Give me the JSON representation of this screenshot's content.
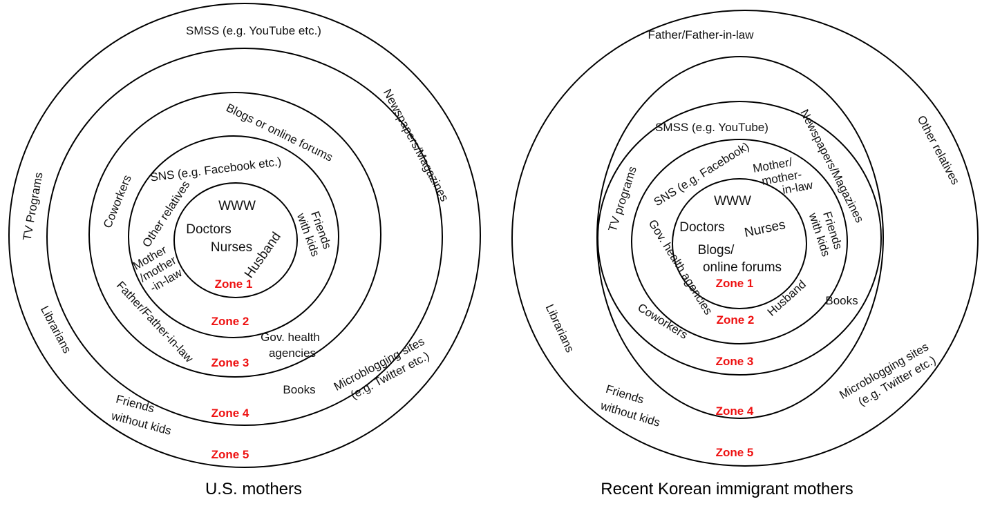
{
  "zone_color": "#ee1111",
  "us": {
    "caption": "U.S. mothers",
    "zones": [
      "Zone 1",
      "Zone 2",
      "Zone 3",
      "Zone 4",
      "Zone 5"
    ],
    "labels": {
      "www": "WWW",
      "doctors": "Doctors",
      "nurses": "Nurses",
      "husband": "Husband",
      "sns": "SNS (e.g. Facebook etc.)",
      "other_relatives": "Other relatives",
      "mother_line1": "Mother",
      "mother_line2": "/mother",
      "mother_line3": "-in-law",
      "friends_kids_line1": "Friends",
      "friends_kids_line2": "with kids",
      "blogs": "Blogs or online forums",
      "coworkers": "Coworkers",
      "father": "Father/Father-in-law",
      "gov_line1": "Gov. health",
      "gov_line2": "agencies",
      "smss": "SMSS (e.g. YouTube etc.)",
      "newspapers": "Newspapers/Magazines",
      "tv": "TV Programs",
      "librarians": "Librarians",
      "books": "Books",
      "friends_nokids_line1": "Friends",
      "friends_nokids_line2": "without kids",
      "micro_line1": "Microblogging sites",
      "micro_line2": "(e.g. Twitter etc.)"
    }
  },
  "kr": {
    "caption": "Recent Korean immigrant mothers",
    "zones": [
      "Zone 1",
      "Zone 2",
      "Zone 3",
      "Zone 4",
      "Zone 5"
    ],
    "labels": {
      "www": "WWW",
      "doctors": "Doctors",
      "nurses": "Nurses",
      "blogs_line1": "Blogs/",
      "blogs_line2": "online forums",
      "sns": "SNS (e.g. Facebook)",
      "mother_line1": "Mother/",
      "mother_line2": "mother-",
      "mother_line3": "in-law",
      "friends_kids_line1": "Friends",
      "friends_kids_line2": "with kids",
      "gov": "Gov. health agencies",
      "husband": "Husband",
      "smss": "SMSS (e.g. YouTube)",
      "newspapers": "Newspapers/Magazines",
      "tv": "TV programs",
      "coworkers": "Coworkers",
      "books": "Books",
      "father": "Father/Father-in-law",
      "other_relatives": "Other relatives",
      "librarians": "Librarians",
      "friends_nokids_line1": "Friends",
      "friends_nokids_line2": "without kids",
      "micro_line1": "Microblogging sites",
      "micro_line2": "(e.g. Twitter etc.)"
    }
  }
}
